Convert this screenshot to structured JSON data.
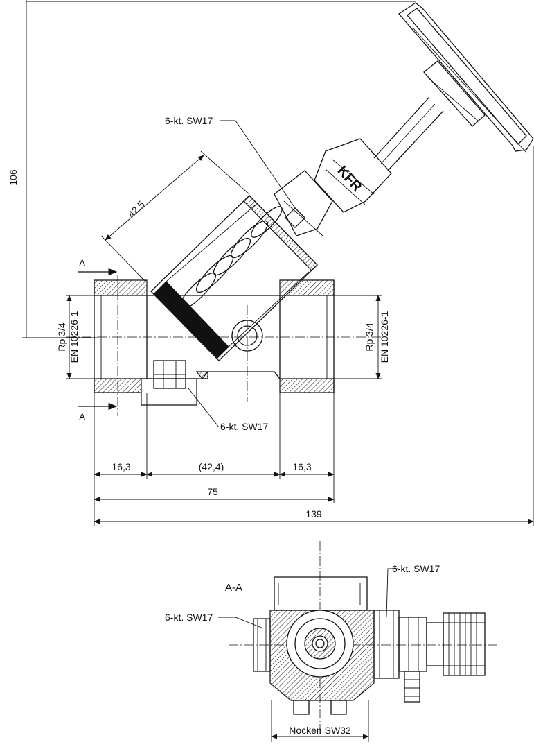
{
  "labels": {
    "hex_top": "6-kt. SW17",
    "dim_42_5": "42,5",
    "dim_106": "106",
    "section_a_top": "A",
    "section_a_bottom": "A",
    "thread_left_1": "Rp 3/4",
    "thread_left_2": "EN 10226-1",
    "thread_right_1": "Rp 3/4",
    "thread_right_2": "EN 10226-1",
    "hex_drain": "6-kt. SW17",
    "dim_16_3_left": "16,3",
    "dim_42_4": "(42,4)",
    "dim_16_3_right": "16,3",
    "dim_75": "75",
    "dim_139": "139",
    "brand": "KFR",
    "section_title": "A-A",
    "hex_section_left": "6-kt. SW17",
    "hex_section_right": "6-kt. SW17",
    "nocken": "Nocken SW32"
  }
}
